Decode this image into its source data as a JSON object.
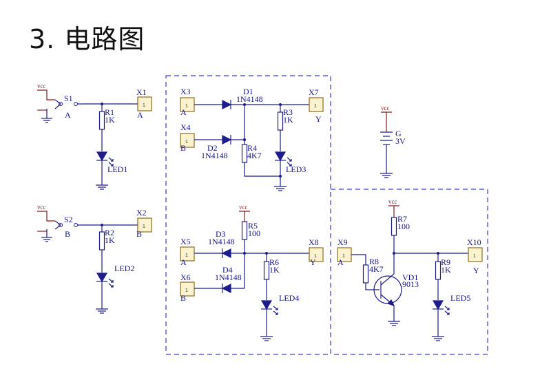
{
  "heading": "3. 电路图",
  "labels": {
    "vcc": "vcc",
    "pin": "1",
    "s1": "S1",
    "s2": "S2",
    "a": "A",
    "b": "B",
    "y": "Y",
    "x1": "X1",
    "x2": "X2",
    "x3": "X3",
    "x4": "X4",
    "x5": "X5",
    "x6": "X6",
    "x7": "X7",
    "x8": "X8",
    "x9": "X9",
    "x10": "X10",
    "r1": "R1",
    "r2": "R2",
    "r3": "R3",
    "r4": "R4",
    "r5": "R5",
    "r6": "R6",
    "r7": "R7",
    "r8": "R8",
    "r9": "R9",
    "v1k": "1K",
    "v4k7": "4K7",
    "v100": "100",
    "d1": "D1",
    "d2": "D2",
    "d3": "D3",
    "d4": "D4",
    "n4148": "1N4148",
    "led1": "LED1",
    "led2": "LED2",
    "led3": "LED3",
    "led4": "LED4",
    "led5": "LED5",
    "g": "G",
    "v3": "3V",
    "vd1": "VD1",
    "n9013": "9013"
  }
}
